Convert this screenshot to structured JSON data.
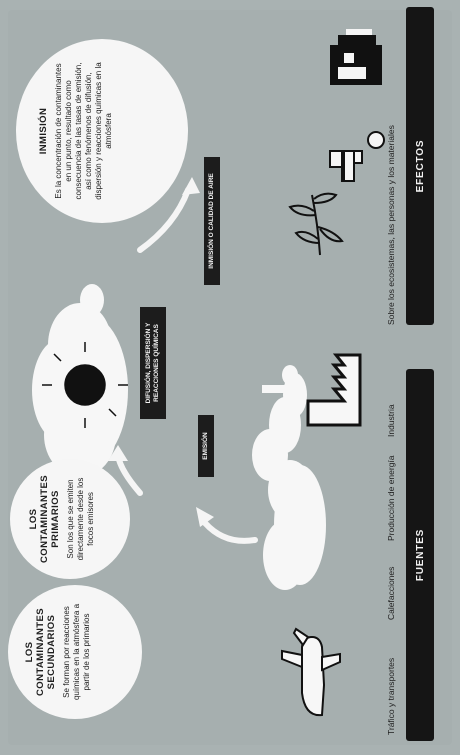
{
  "bars": {
    "fuentes": "FUENTES",
    "efectos": "EFECTOS"
  },
  "captions": {
    "trafico": "Tráfico y transportes",
    "calefacciones": "Calefacciones",
    "produccion": "Producción de energía",
    "industria": "Industria",
    "efectos_caption": "Sobre los ecosistemas, las personas y los materiales"
  },
  "bubbles": {
    "secundarios": {
      "title": "LOS CONTAMINANTES SECUNDARIOS",
      "text": "Se forman por reacciones químicas en la atmósfera a partir de los primarios"
    },
    "primarios": {
      "title": "LOS CONTAMINANTES PRIMARIOS",
      "text": "Son los que se emiten directamente desde los focos emisores"
    },
    "inmision": {
      "title": "INMISIÓN",
      "text": "Es la concentración de contaminantes en un punto, resultado como consecuencia de las tasas de emisión, así como fenómenos de difusión, dispersión y reacciones químicas en la atmósfera"
    }
  },
  "tags": {
    "emision": "EMISIÓN",
    "difusion": "DIFUSIÓN, DISPERSIÓN Y REACCIONES QUÍMICAS",
    "inmision_calidad": "INMISIÓN O CALIDAD DE AIRE"
  },
  "colors": {
    "background": "#a6afaf",
    "bar": "#151515",
    "bubble": "#f6f6f6",
    "icons": "#111111"
  },
  "icons": [
    "plane-icon",
    "smoke-cloud-icon",
    "factory-icon",
    "sun-icon",
    "plant-icon",
    "person-icon",
    "building-icon"
  ]
}
